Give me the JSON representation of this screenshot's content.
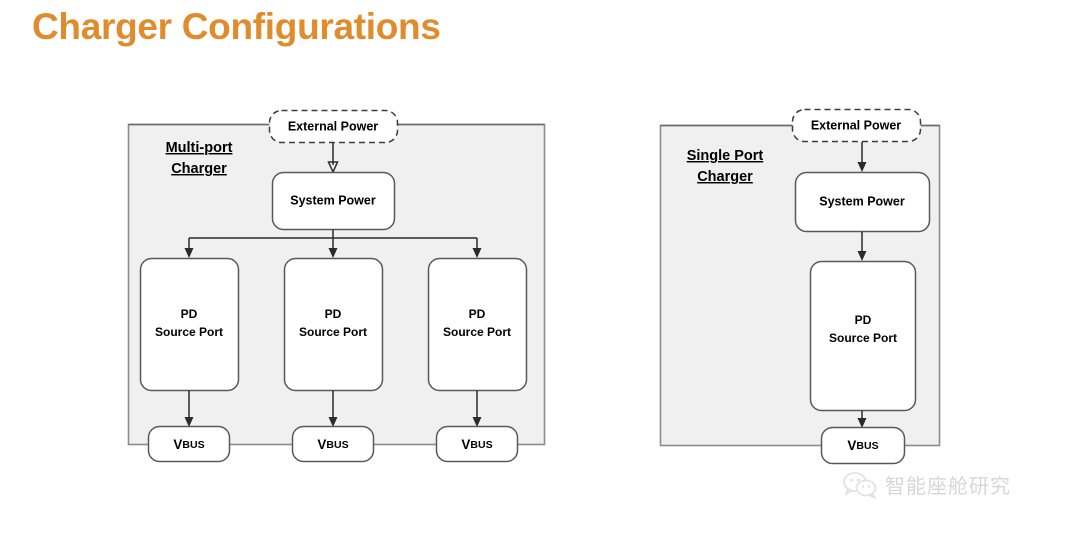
{
  "page": {
    "title": "Charger Configurations",
    "title_color": "#e18c2c",
    "background": "#ffffff"
  },
  "diagrams": [
    {
      "id": "multi-port",
      "caption_line1": "Multi-port",
      "caption_line2": "Charger",
      "container_fill": "#f0f0f0",
      "container_stroke": "#8c8c8c",
      "external_power": {
        "label": "External Power",
        "style": "dashed"
      },
      "system_power": {
        "label": "System Power",
        "style": "solid"
      },
      "ports": [
        {
          "line1": "PD",
          "line2": "Source Port",
          "vbus_v": "V",
          "vbus_sub": "BUS"
        },
        {
          "line1": "PD",
          "line2": "Source Port",
          "vbus_v": "V",
          "vbus_sub": "BUS"
        },
        {
          "line1": "PD",
          "line2": "Source Port",
          "vbus_v": "V",
          "vbus_sub": "BUS"
        }
      ]
    },
    {
      "id": "single-port",
      "caption_line1": "Single Port",
      "caption_line2": "Charger",
      "container_fill": "#f0f0f0",
      "container_stroke": "#8c8c8c",
      "external_power": {
        "label": "External Power",
        "style": "dashed"
      },
      "system_power": {
        "label": "System Power",
        "style": "solid"
      },
      "ports": [
        {
          "line1": "PD",
          "line2": "Source Port",
          "vbus_v": "V",
          "vbus_sub": "BUS"
        }
      ]
    }
  ],
  "watermark": {
    "text": "智能座舱研究",
    "icon": "wechat-icon",
    "color": "#7a7a7a"
  }
}
